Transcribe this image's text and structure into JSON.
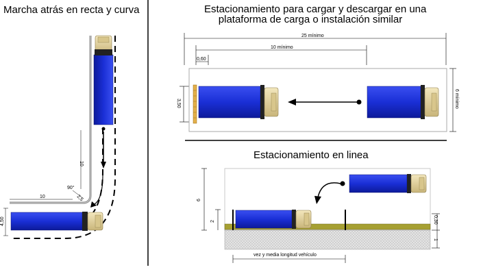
{
  "titles": {
    "reverse": "Marcha atrás en recta y curva",
    "loading_line1": "Estacionamiento para cargar y descargar en una",
    "loading_line2": "plataforma de carga o instalación similar",
    "parking": "Estacionamiento en linea"
  },
  "dimensions": {
    "total_length": "25 mínimo",
    "min_length": "10 mínimo",
    "offset": "0,60",
    "width": "6 mínimo",
    "truck_width": "3,50",
    "reverse_len1": "10",
    "reverse_len2": "10",
    "angle": "90°",
    "radius": "2,5",
    "lane_width": "4,50",
    "parking_height": "6",
    "parking_lane": "2",
    "curb_height": "0,30",
    "sidewalk": "1",
    "gap_label": "vez y media longitud vehículo"
  },
  "colors": {
    "truck_body": "#1a2fd6",
    "truck_cab": "#e8d7a0",
    "curb": "#a6a032",
    "road_edge": "#888888",
    "sidewalk": "#dddddd"
  }
}
